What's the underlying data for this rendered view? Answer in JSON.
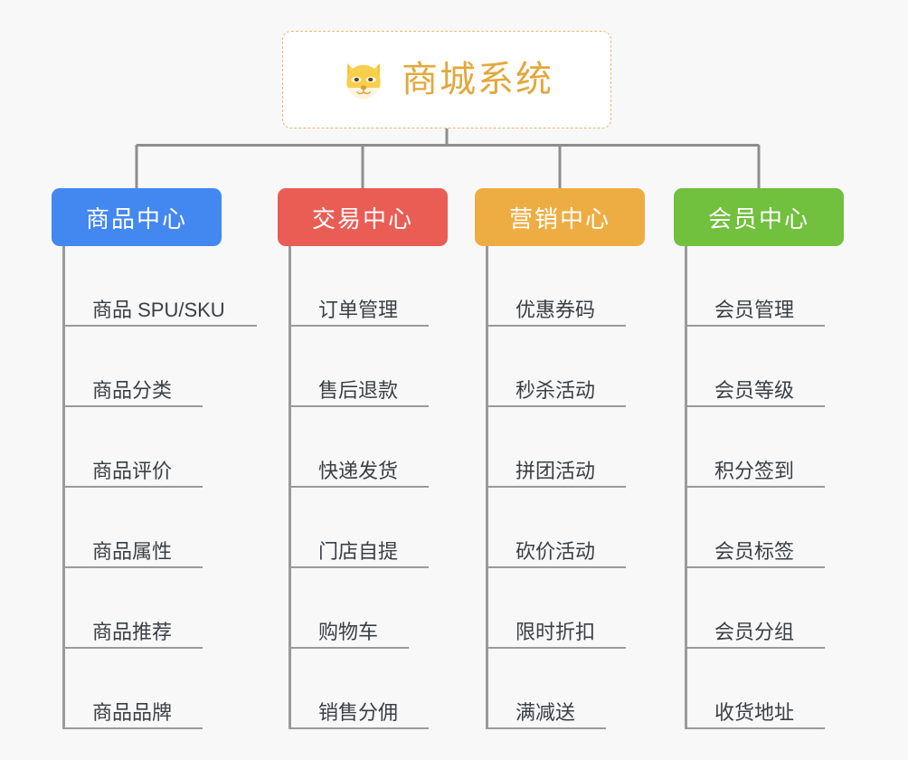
{
  "diagram": {
    "type": "tree",
    "title": "商城系统",
    "root": {
      "label": "商城系统",
      "icon": "shiba-dog-icon",
      "text_color": "#e2a83c",
      "background": "#ffffff",
      "border_color": "#e8b96a"
    },
    "branches": [
      {
        "label": "商品中心",
        "color": "#4387f0",
        "items": [
          "商品 SPU/SKU",
          "商品分类",
          "商品评价",
          "商品属性",
          "商品推荐",
          "商品品牌"
        ]
      },
      {
        "label": "交易中心",
        "color": "#e95d55",
        "items": [
          "订单管理",
          "售后退款",
          "快递发货",
          "门店自提",
          "购物车",
          "销售分佣"
        ]
      },
      {
        "label": "营销中心",
        "color": "#eead42",
        "items": [
          "优惠券码",
          "秒杀活动",
          "拼团活动",
          "砍价活动",
          "限时折扣",
          "满减送"
        ]
      },
      {
        "label": "会员中心",
        "color": "#71c03e",
        "items": [
          "会员管理",
          "会员等级",
          "积分签到",
          "会员标签",
          "会员分组",
          "收货地址"
        ]
      }
    ],
    "connector_color": "#8e8e8e",
    "leaf_text_color": "#3a3f44",
    "canvas_background": "#f8f8f8"
  }
}
